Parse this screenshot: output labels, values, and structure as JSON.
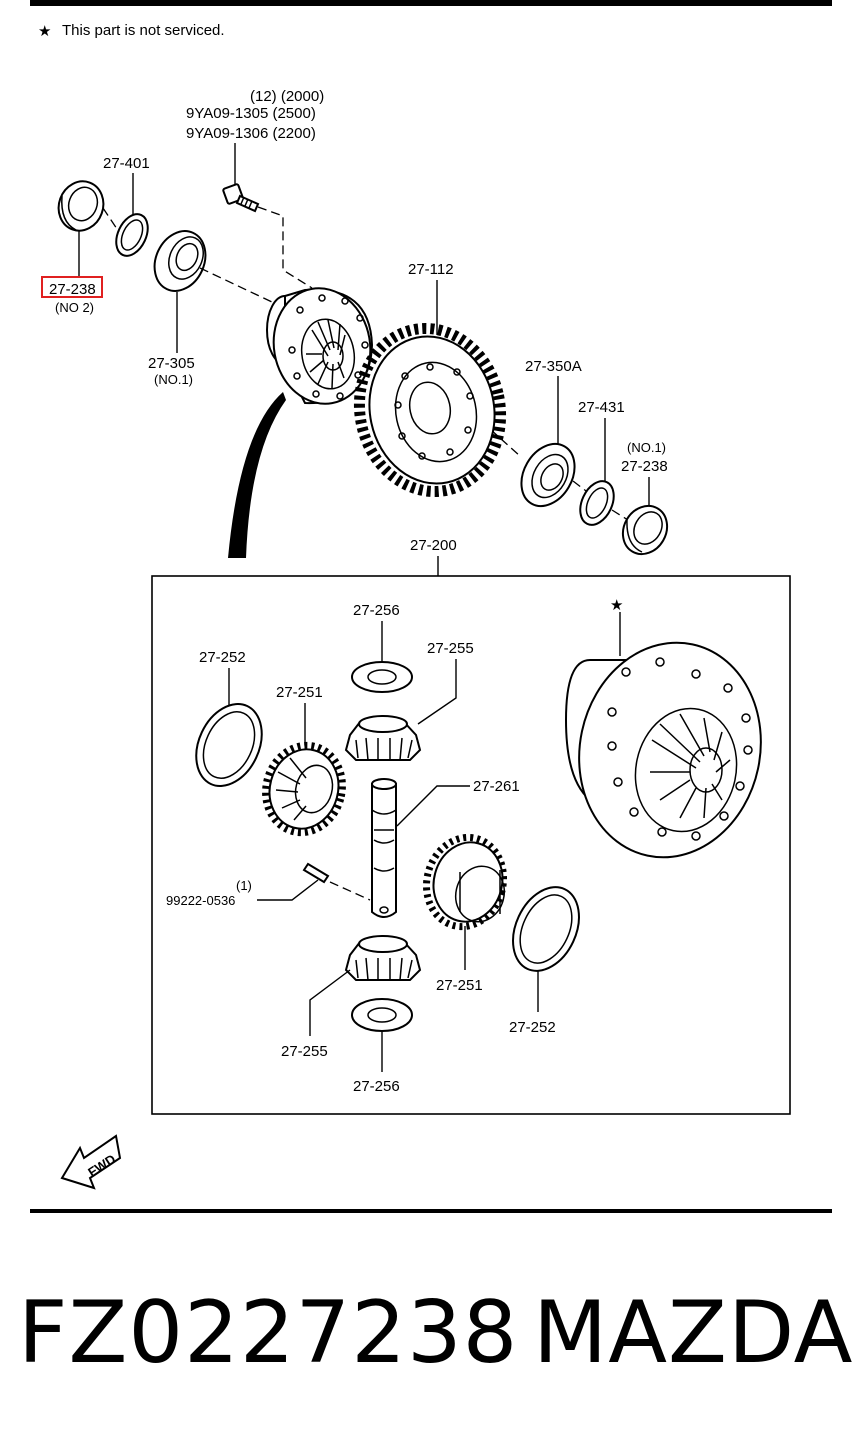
{
  "note": {
    "star": "★",
    "text": "This part is not serviced."
  },
  "callouts": {
    "bolt_qty": "(12) (2000)",
    "bolt_pn_1": "9YA09-1305 (2500)",
    "bolt_pn_2": "9YA09-1306 (2200)",
    "shim_left": "27-401",
    "seal_left": "27-238",
    "seal_left_sub": "(NO 2)",
    "bearing_left": "27-305",
    "bearing_left_sub": "(NO.1)",
    "ring_gear": "27-112",
    "bearing_right": "27-350A",
    "shim_right": "27-431",
    "seal_right_sub": "(NO.1)",
    "seal_right": "27-238",
    "diff_assy": "27-200",
    "washer_top": "27-256",
    "pinion_top": "27-255",
    "side_washer_left": "27-252",
    "side_gear_left": "27-251",
    "shaft": "27-261",
    "pin_qty": "(1)",
    "pin_pn": "99222-0536",
    "side_gear_right": "27-251",
    "side_washer_right": "27-252",
    "pinion_bottom": "27-255",
    "washer_bottom": "27-256",
    "case_star": "★",
    "fwd": "FWD"
  },
  "highlight": {
    "target": "27-238",
    "color": "#e02020"
  },
  "footer": {
    "part_number": "FZ0227238",
    "brand": "MAZDA"
  }
}
